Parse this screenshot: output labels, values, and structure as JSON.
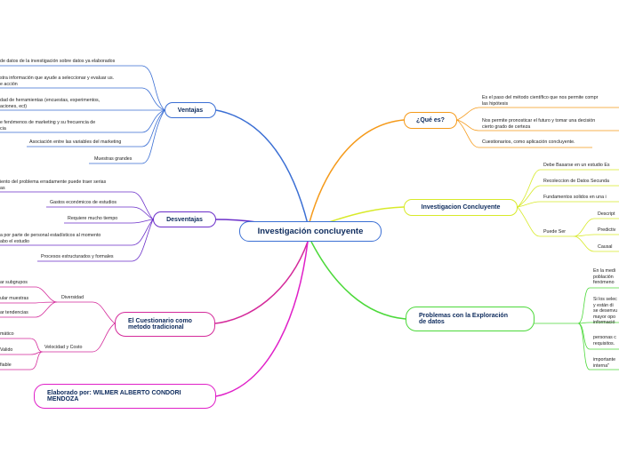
{
  "central": "Investigación concluyente",
  "left": {
    "ventajas": {
      "title": "Ventajas",
      "items": [
        "de  datos de la investigación sobre datos ya elaborados",
        "stra información que ayude a seleccionar y evaluar us.\ne acción",
        "dad de herramientas (encuestas, experimentos,\naciones, ect)",
        "e fenómenos de marketing y su frecuencia de\ncia",
        "Asociación entre las variables del marketing",
        "Muestras grandes"
      ]
    },
    "desventajas": {
      "title": "Desventajas",
      "items": [
        "iento del problema erradamente puede traer serias\nas",
        "Gastos económicos de estudios",
        "Requiere mucho tiempo",
        "a por parte de personal estadísticos al momento\nabo el estudio",
        "Procesos estructurados y formales"
      ]
    },
    "cuestionario": {
      "title": "El Cuestionario como\nmetodo tradicional",
      "diversidad": {
        "label": "Diversidad",
        "items": [
          "ar subgrupos",
          "ular muestras",
          "ar tendencias"
        ]
      },
      "velocidad": {
        "label": "Velocidad y Costo",
        "items": [
          "mático",
          "Valido",
          "fiable"
        ]
      }
    },
    "elaborado": "Elaborado por: WILMER ALBERTO CONDORI\nMENDOZA"
  },
  "right": {
    "que_es": {
      "title": "¿Qué es?",
      "items": [
        "Es el paso del método científico que nos permite compr\nlas hipótesis",
        "Nos permite pronosticar el futuro y tomar una decisión\ncierto grado de certeza",
        "Cuestionarios, como aplicación concluyente."
      ]
    },
    "investigacion": {
      "title": "Investigacion Concluyente",
      "items": [
        "Debe Basarse en un estudio Es",
        "Recoleccion de Datos Secunda",
        "Fundamentos solidos en una i"
      ],
      "puede_ser": {
        "label": "Puede Ser",
        "items": [
          "Descript",
          "Predictiv",
          "Causal"
        ]
      }
    },
    "problemas": {
      "title": "Problemas con la Exploración\n  de datos",
      "items": [
        "En la medi\npoblación\nfenómeno",
        "Si los selec\ny están di\nse desenvu\nmayor opo\ninformació",
        "personas c\nrequisitos.",
        "importante\ninterna\""
      ]
    }
  },
  "colors": {
    "ventajas": "#3b6fd4",
    "desventajas": "#6b2fc9",
    "cuestionario": "#d42a9a",
    "elaborado": "#e020c8",
    "que_es": "#f59a1a",
    "investigacion": "#d8ea2a",
    "problemas": "#4cd93a"
  }
}
